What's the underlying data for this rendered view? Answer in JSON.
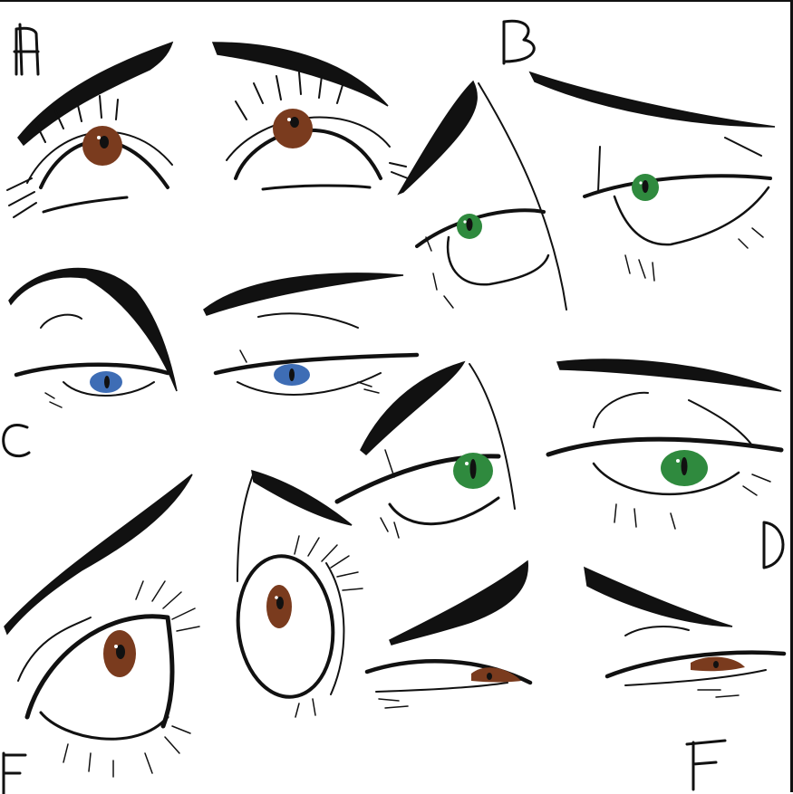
{
  "labels": [
    {
      "id": "A",
      "text": "A"
    },
    {
      "id": "B",
      "text": "B"
    },
    {
      "id": "C",
      "text": "C"
    },
    {
      "id": "D",
      "text": "D"
    },
    {
      "id": "E",
      "text": "E"
    },
    {
      "id": "F",
      "text": "F"
    }
  ],
  "colors": {
    "ink": "#111111",
    "background": "#ffffff",
    "iris_brown": "#7a3b1e",
    "iris_green": "#2f8a3e",
    "iris_blue": "#3e6db5"
  },
  "panels": [
    {
      "label": "A",
      "iris": "brown"
    },
    {
      "label": "B",
      "iris": "green"
    },
    {
      "label": "C",
      "iris": "blue"
    },
    {
      "label": "D",
      "iris": "green"
    },
    {
      "label": "E",
      "iris": "brown"
    },
    {
      "label": "F",
      "iris": "brown"
    }
  ]
}
